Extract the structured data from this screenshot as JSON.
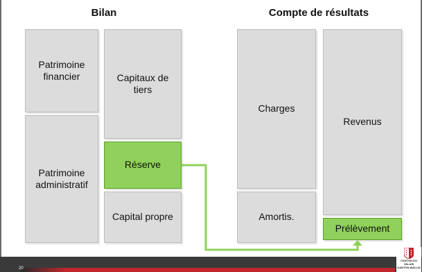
{
  "headings": {
    "bilan": "Bilan",
    "compte": "Compte de résultats"
  },
  "boxes": {
    "patrimoine_financier": "Patrimoine\nfinancier",
    "patrimoine_administratif": "Patrimoine\nadministratif",
    "capitaux_de_tiers": "Capitaux de\ntiers",
    "reserve": "Réserve",
    "capital_propre": "Capital propre",
    "charges": "Charges",
    "amortis": "Amortis.",
    "revenus": "Revenus",
    "prelevement": "Prélèvement"
  },
  "footer": {
    "page_number": "20",
    "logo_line1": "CANTON DU VALAIS",
    "logo_line2": "KANTON WALLIS"
  },
  "colors": {
    "box_gray": "#dcdcdc",
    "box_green": "#8fd15a",
    "connector_green": "#8fd15a",
    "footer_red": "#c0262b",
    "footer_dark": "#3a3a3a"
  }
}
